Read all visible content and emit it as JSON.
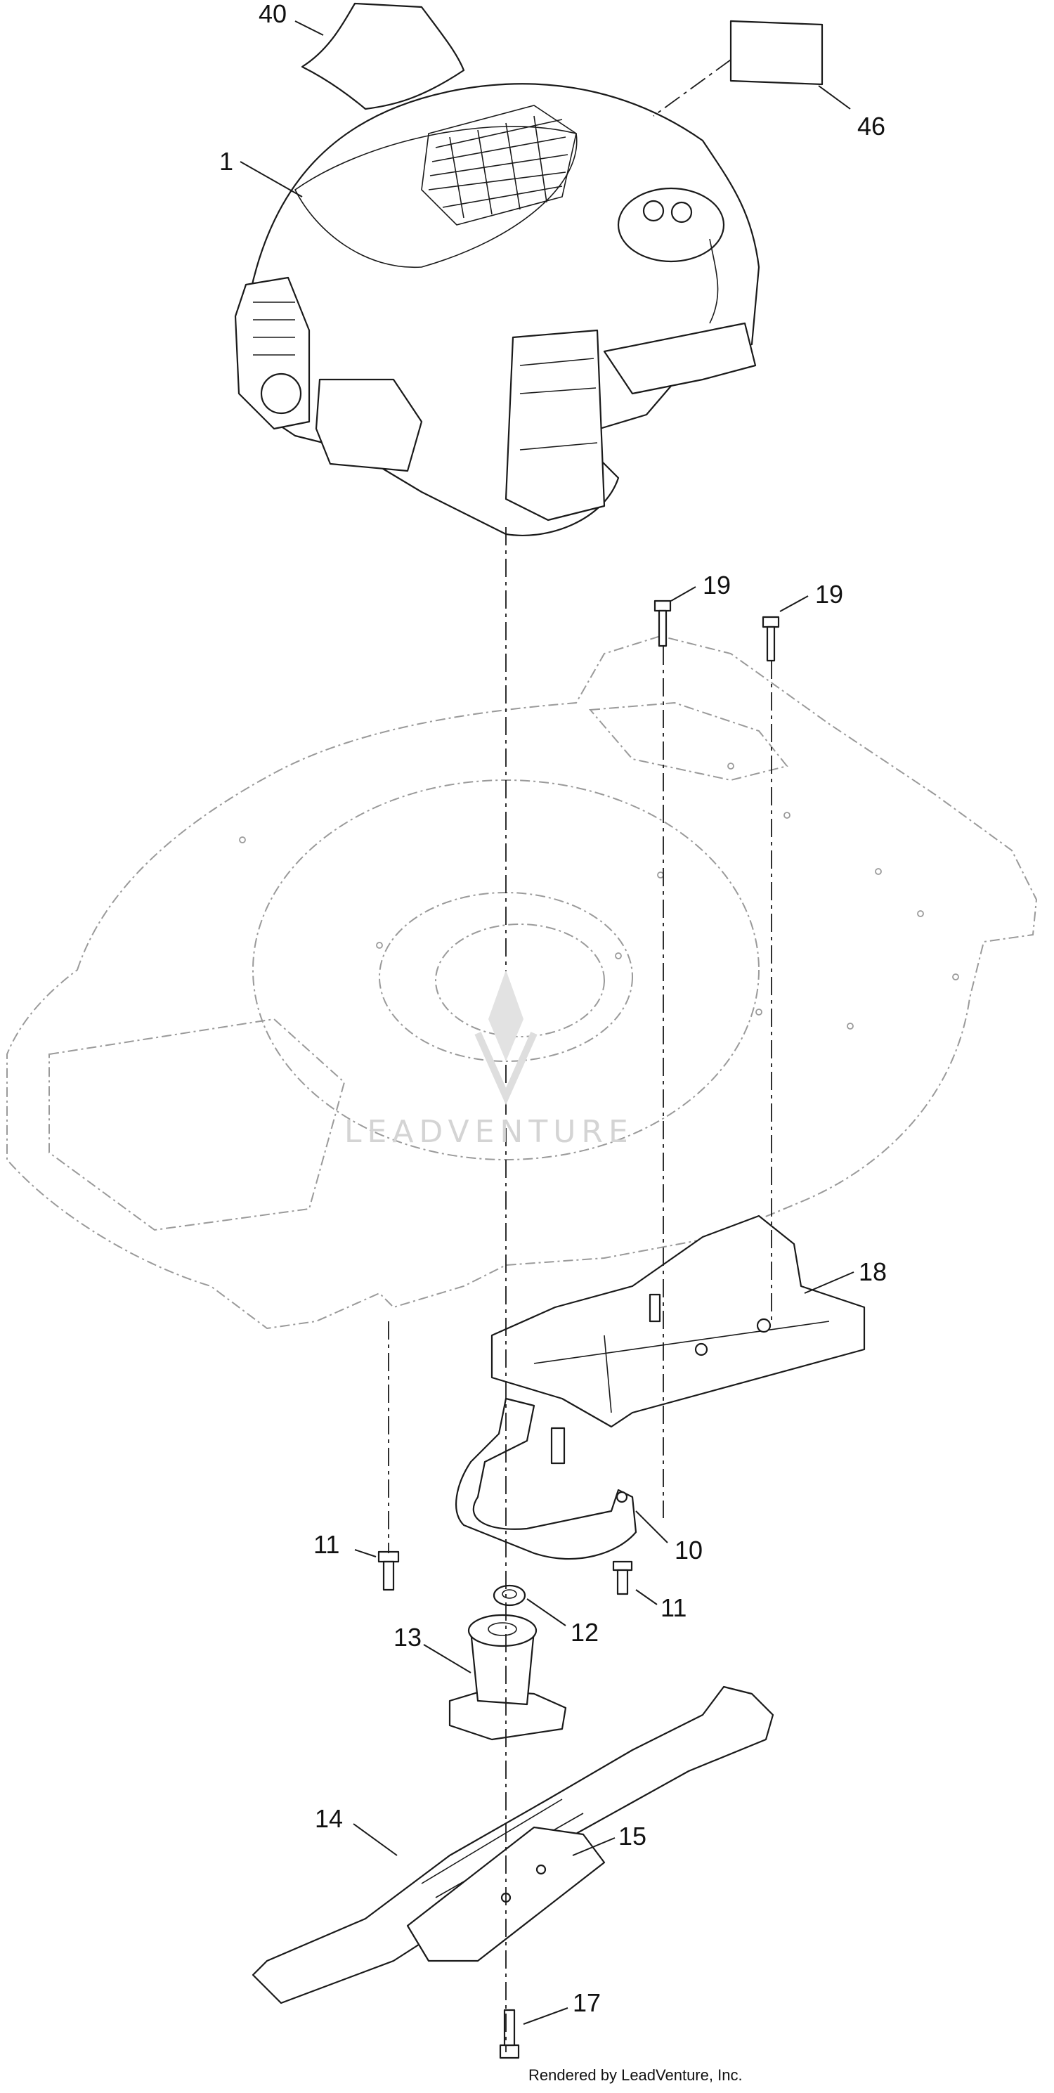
{
  "callouts": {
    "c40": "40",
    "c46": "46",
    "c1": "1",
    "c19a": "19",
    "c19b": "19",
    "c18": "18",
    "c11a": "11",
    "c10": "10",
    "c11b": "11",
    "c12": "12",
    "c13": "13",
    "c14": "14",
    "c15": "15",
    "c17": "17"
  },
  "watermark": "LEADVENTURE",
  "credit": "Rendered by LeadVenture, Inc."
}
